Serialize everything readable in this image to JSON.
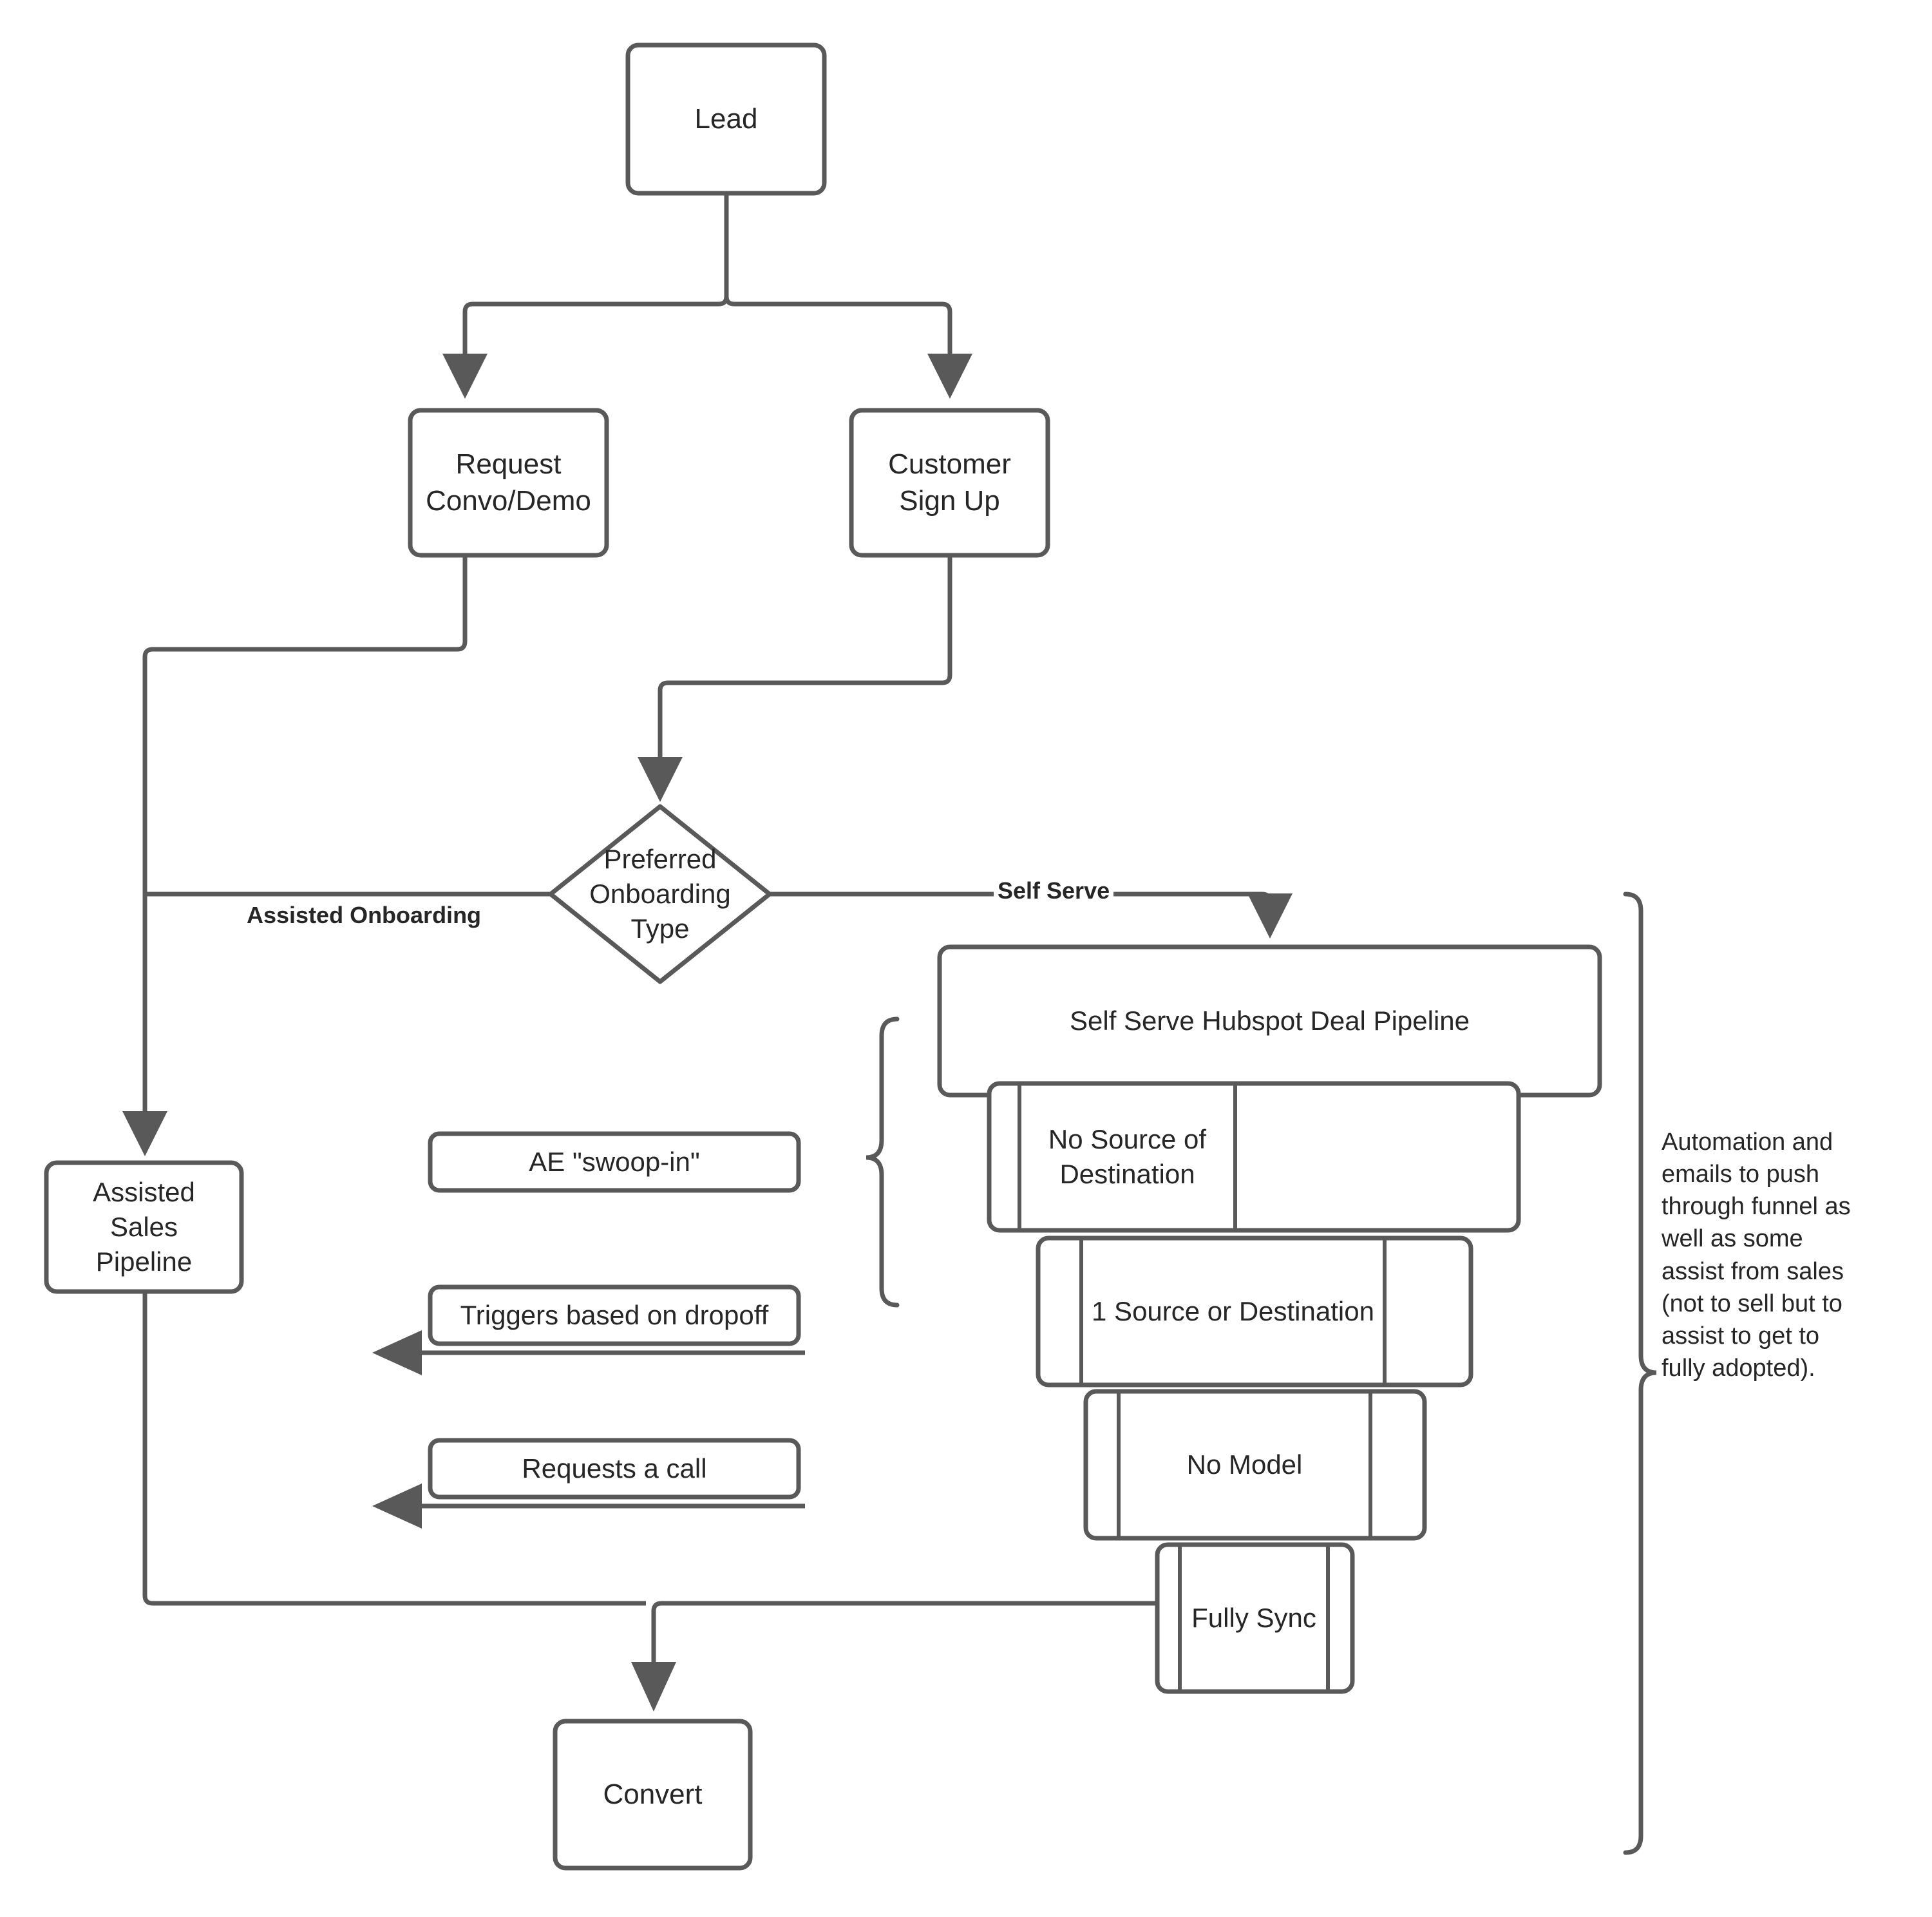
{
  "diagram": {
    "title": "Lead to Convert Onboarding Flow",
    "stroke_color": "#595959",
    "text_color": "#262626",
    "background": "#ffffff"
  },
  "nodes": {
    "lead": {
      "label": "Lead"
    },
    "request_convo": {
      "label": "Request\nConvo/Demo"
    },
    "customer_signup": {
      "label": "Customer\nSign Up"
    },
    "decision": {
      "label": "Preferred\nOnboarding\nType"
    },
    "assisted_sales_pipeline": {
      "label": "Assisted\nSales\nPipeline"
    },
    "convert": {
      "label": "Convert"
    },
    "ae_swoop_in": {
      "label": "AE \"swoop-in\""
    },
    "triggers_dropoff": {
      "label": "Triggers based on dropoff"
    },
    "requests_call": {
      "label": "Requests a call"
    }
  },
  "edge_labels": {
    "assisted_onboarding": "Assisted Onboarding",
    "self_serve": "Self Serve"
  },
  "funnel": {
    "title": "Self Serve Hubspot Deal Pipeline",
    "stages": [
      {
        "label": "No Source of Destination"
      },
      {
        "label": "1 Source or Destination"
      },
      {
        "label": "No Model"
      },
      {
        "label": "Fully Sync"
      }
    ]
  },
  "annotations": {
    "right_note": "Automation and\nemails to push\nthrough funnel as\nwell as some\nassist from sales\n(not to sell but to\nassist to get to\nfully adopted)."
  }
}
